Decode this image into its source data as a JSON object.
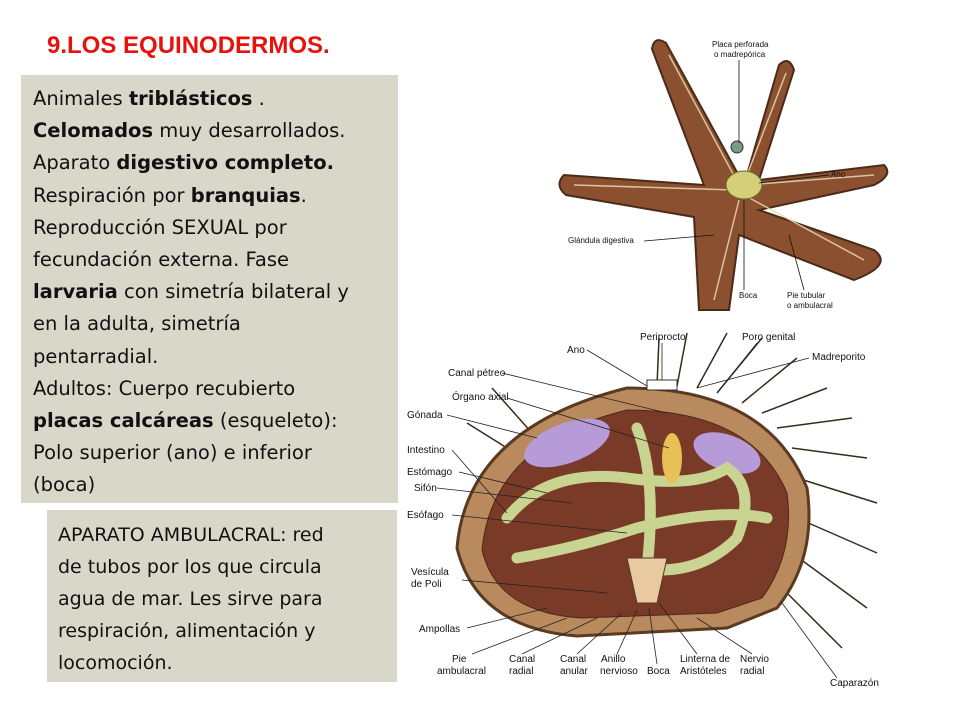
{
  "title": "9.LOS EQUINODERMOS.",
  "box1": {
    "l1a": "Animales ",
    "l1b": "triblásticos",
    "l1c": " .",
    "l2a": "Celomados",
    "l2b": " muy desarrollados.",
    "l3a": "Aparato ",
    "l3b": "digestivo completo.",
    "l4a": "Respiración por ",
    "l4b": "branquias",
    "l4c": ".",
    "l5": "Reproducción SEXUAL por",
    "l6": "fecundación externa. Fase",
    "l7a": "larvaria",
    "l7b": " con simetría bilateral y",
    "l8": "en la adulta, simetría",
    "l9": "pentarradial.",
    "l10": "Adultos: Cuerpo recubierto",
    "l11a": "placas calcáreas",
    "l11b": " (esqueleto):",
    "l12": "Polo superior (ano) e inferior",
    "l13": "(boca)"
  },
  "box2": {
    "l1": "APARATO AMBULACRAL: red",
    "l2": "de tubos por los que circula",
    "l3": "agua de mar. Les sirve para",
    "l4": "respiración, alimentación y",
    "l5": "locomoción."
  },
  "starfish": {
    "placa1": "Placa perforada",
    "placa2": "o madrepórica",
    "ano": "Ano",
    "glandula": "Glándula digestiva",
    "boca": "Boca",
    "pie1": "Pie tubular",
    "pie2": "o ambulacral"
  },
  "urchin": {
    "periprocto": "Periprocto",
    "poro": "Poro genital",
    "ano": "Ano",
    "madreporito": "Madreporito",
    "canal_petreo": "Canal pétreo",
    "organo_axial": "Órgano axial",
    "gonada": "Gónada",
    "intestino": "Intestino",
    "estomago": "Estómago",
    "sifon": "Sifón",
    "esofago": "Esófago",
    "vesicula1": "Vesícula",
    "vesicula2": "de Poli",
    "ampollas": "Ampollas",
    "pie1": "Pie",
    "pie2": "ambulacral",
    "canalr1": "Canal",
    "canalr2": "radial",
    "canala1": "Canal",
    "canala2": "anular",
    "anillo1": "Anillo",
    "anillo2": "nervioso",
    "boca": "Boca",
    "linterna1": "Linterna de",
    "linterna2": "Aristóteles",
    "nervio1": "Nervio",
    "nervio2": "radial",
    "caparazon": "Caparazón"
  },
  "colors": {
    "title": "#e8120c",
    "box_bg": "#d9d7c9",
    "starfish": "#8a5030",
    "urchin_shell": "#b88a5e",
    "gonad": "#b79ad8",
    "gut": "#c9d490"
  }
}
